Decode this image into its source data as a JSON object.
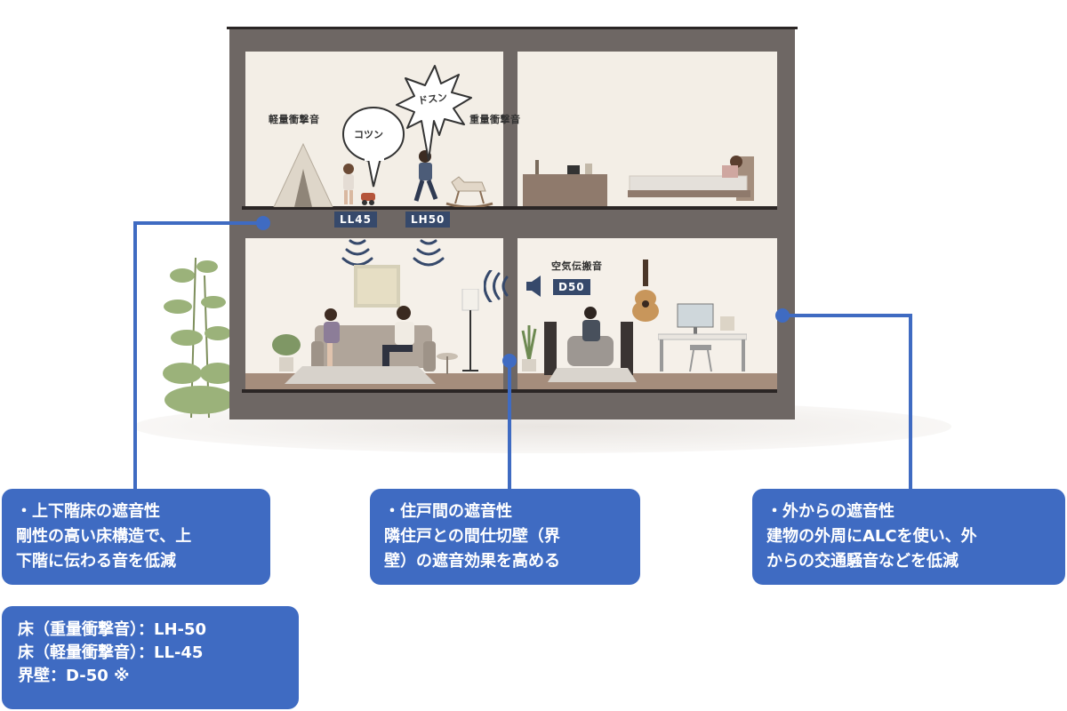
{
  "house": {
    "upper_left": {
      "light_impact_label": "軽量衝撃音",
      "heavy_impact_label": "重量衝撃音",
      "bubble_light": "コツン",
      "bubble_heavy": "ドスン",
      "badge_ll": "LL45",
      "badge_lh": "LH50"
    },
    "lower_right": {
      "airborne_label": "空気伝搬音",
      "badge_d": "D50"
    }
  },
  "callouts": [
    {
      "lines": [
        "・上下階床の遮音性",
        "剛性の高い床構造で、上",
        "下階に伝わる音を低減"
      ]
    },
    {
      "lines": [
        "・住戸間の遮音性",
        "隣住戸との間仕切壁（界",
        "壁）の遮音効果を高める"
      ]
    },
    {
      "lines": [
        "・外からの遮音性",
        "建物の外周にALCを使い、外",
        "からの交通騒音などを低減"
      ]
    }
  ],
  "specs": {
    "lines": [
      "床（重量衝撃音）：LH-50",
      "床（軽量衝撃音）：LL-45",
      "界壁：D-50 ※"
    ]
  },
  "colors": {
    "accent": "#3f6bc2",
    "badge": "#36496b",
    "wall": "#6e6764"
  }
}
